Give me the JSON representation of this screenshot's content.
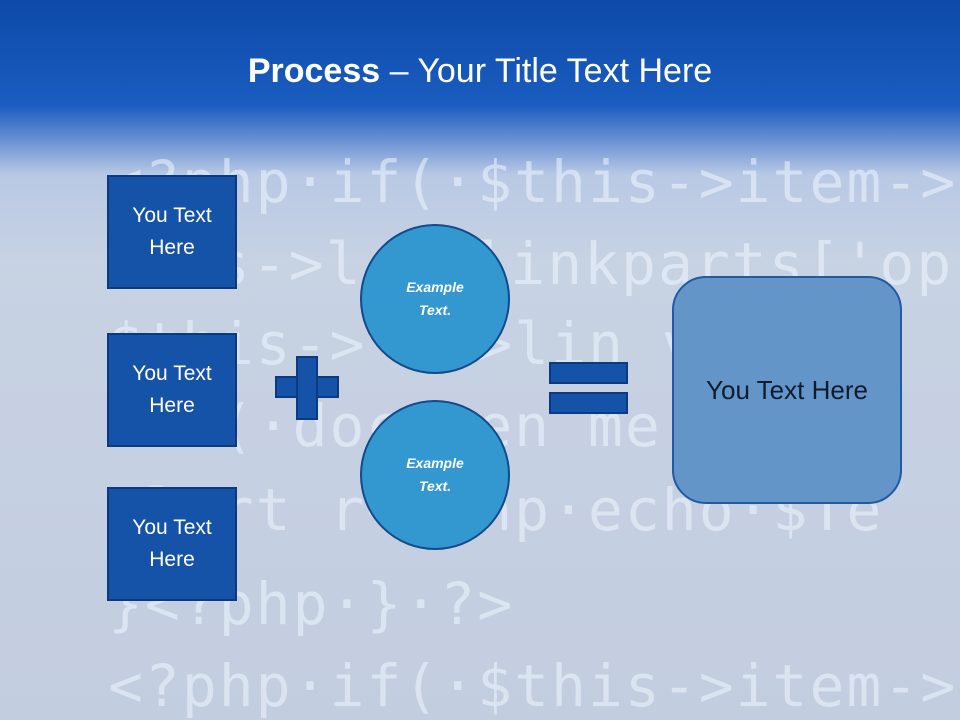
{
  "slide": {
    "title_bold": "Process",
    "title_rest": " – Your Title Text Here"
  },
  "inputs": [
    {
      "label": "You Text Here"
    },
    {
      "label": "You Text Here"
    },
    {
      "label": "You Text Here"
    }
  ],
  "circles": [
    {
      "label": "Example Text."
    },
    {
      "label": "Example Text."
    }
  ],
  "result": {
    "label": "You Text Here"
  },
  "background_code": [
    "<?php·if(·$this->item->typ",
    "is->l      ->linkparts['op",
    "$this->    m->lin       vi",
    "  ·if(·documen          me",
    "   alert    r<?php·echo·$Te",
    "}<?php·}·?>",
    "<?php·if(·$this->item->typ"
  ],
  "colors": {
    "primary_box": "#1553a8",
    "circle": "#3398d0",
    "result_box": "#6495c8",
    "title_bar": "#0d4aa8"
  },
  "icons": {
    "plus": "plus-icon",
    "equals": "equals-icon"
  }
}
